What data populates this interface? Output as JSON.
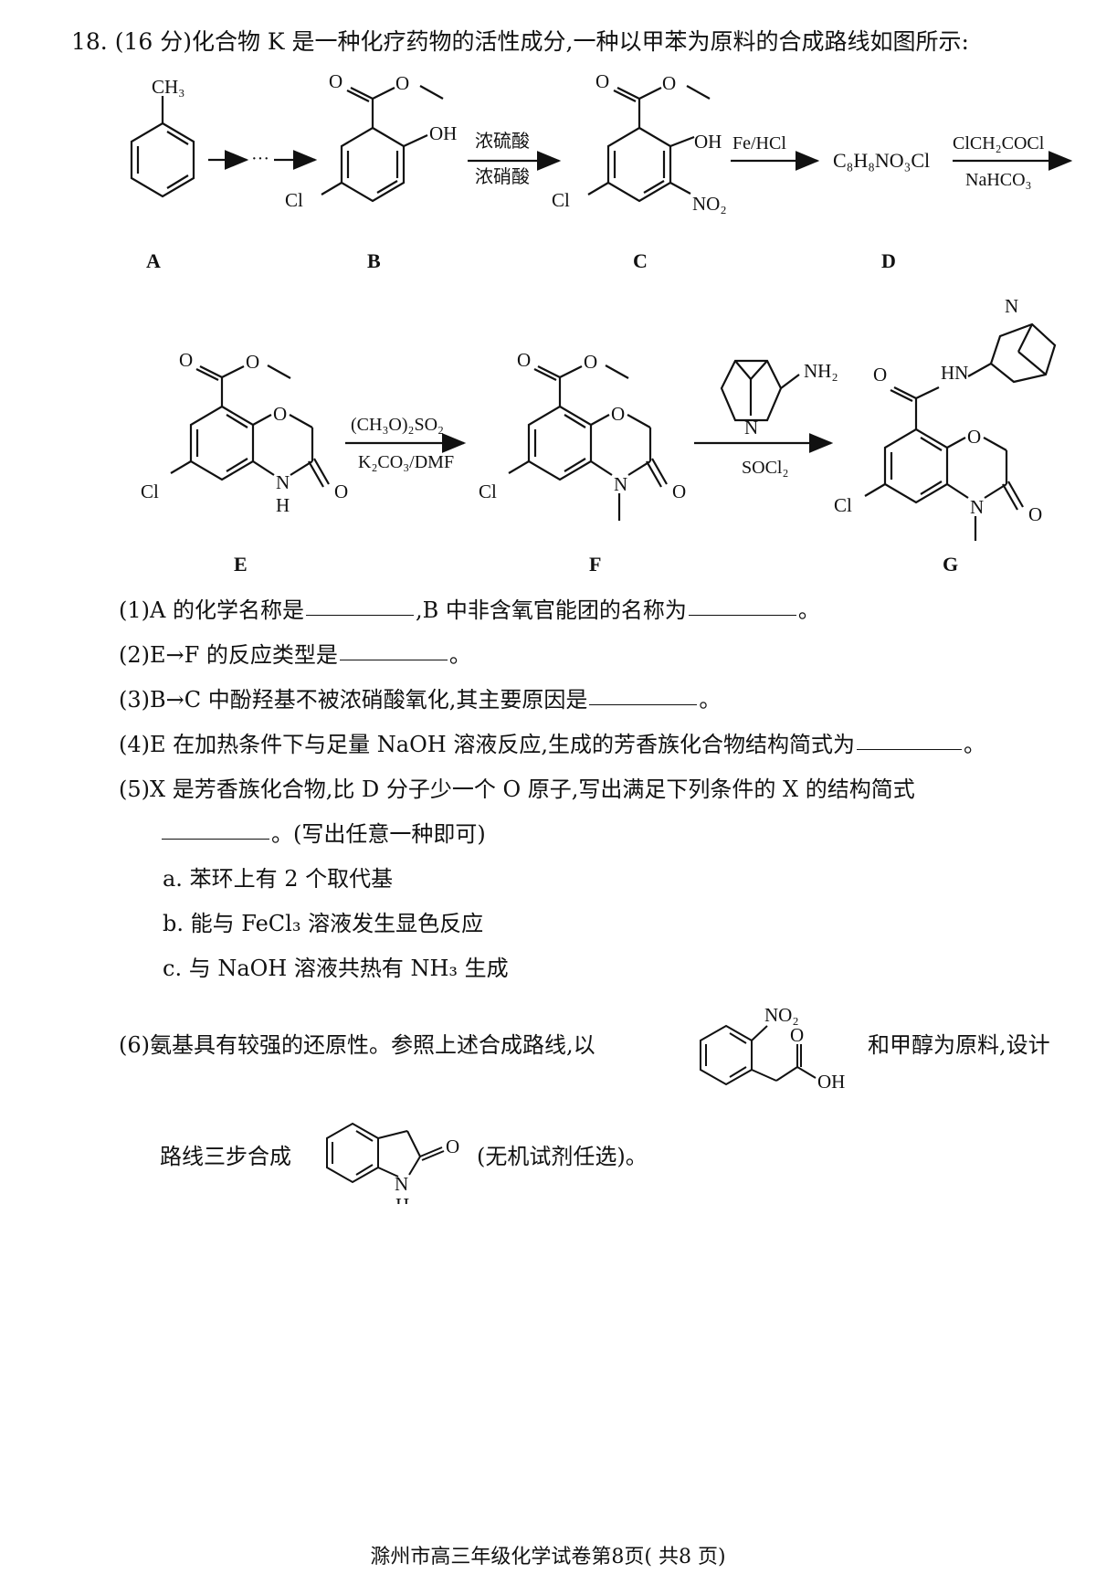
{
  "question": {
    "number": "18.",
    "header": "(16 分)化合物 K 是一种化疗药物的活性成分,一种以甲苯为原料的合成路线如图所示:"
  },
  "scheme": {
    "labels": [
      "A",
      "B",
      "C",
      "D",
      "E",
      "F",
      "G"
    ],
    "atoms": {
      "ch3": "CH₃",
      "o": "O",
      "oh": "OH",
      "cl": "Cl",
      "no2": "NO₂",
      "n": "N",
      "h": "H",
      "nh2": "NH₂",
      "hn": "HN"
    },
    "arrow_ab_dots": "···",
    "reagents": {
      "bc_top": "浓硫酸",
      "bc_bottom": "浓硝酸",
      "cd_top": "Fe/HCl",
      "d_formula": "C₈H₈NO₃Cl",
      "de_top": "ClCH₂COCl",
      "de_bottom": "NaHCO₃",
      "ef_top": "(CH₃O)₂SO₂",
      "ef_bottom": "K₂CO₃/DMF",
      "fg_bottom": "SOCl₂"
    }
  },
  "parts": {
    "p1": {
      "text_a": "(1)A 的化学名称是",
      "text_b": ",B 中非含氧官能团的名称为",
      "end": "。"
    },
    "p2": {
      "text_a": "(2)E→F 的反应类型是",
      "end": "。"
    },
    "p3": {
      "text_a": "(3)B→C 中酚羟基不被浓硝酸氧化,其主要原因是",
      "end": "。"
    },
    "p4": {
      "text_a": "(4)E 在加热条件下与足量 NaOH 溶液反应,生成的芳香族化合物结构简式为",
      "end": "。"
    },
    "p5": {
      "text_a": "(5)X 是芳香族化合物,比 D 分子少一个 O 原子,写出满足下列条件的 X 的结构简式",
      "text_b": "。(写出任意一种即可)",
      "cond_a": "a. 苯环上有 2 个取代基",
      "cond_b": "b. 能与 FeCl₃ 溶液发生显色反应",
      "cond_c": "c. 与 NaOH 溶液共热有 NH₃ 生成"
    },
    "p6": {
      "text_a": "(6)氨基具有较强的还原性。参照上述合成路线,以",
      "text_b": "和甲醇为原料,设计",
      "text_c": "路线三步合成",
      "text_d": "(无机试剂任选)。"
    }
  },
  "footer": "滁州市高三年级化学试卷第8页( 共8 页)"
}
